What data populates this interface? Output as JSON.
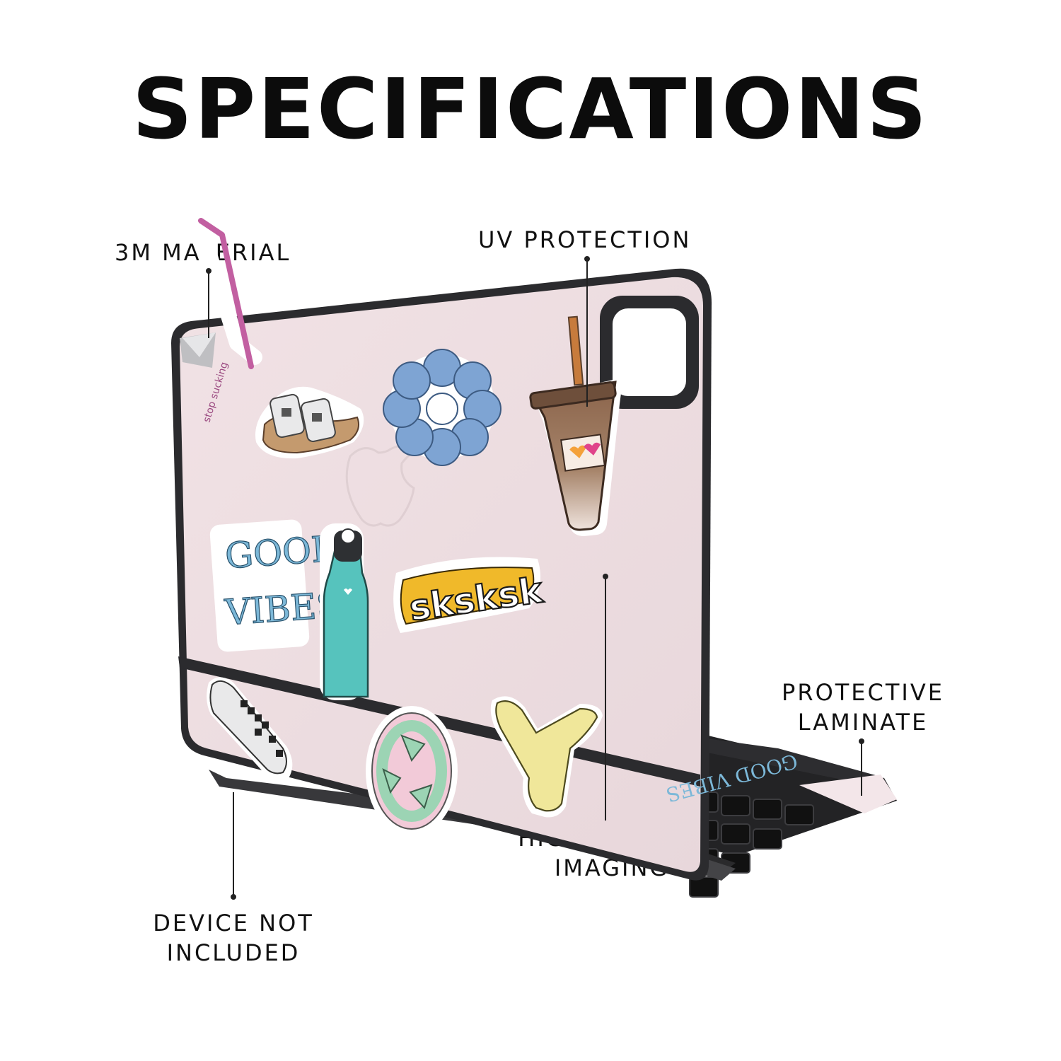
{
  "heading": "SPECIFICATIONS",
  "callouts": {
    "material": "3M MATERIAL",
    "uv": "UV PROTECTION",
    "laminate": [
      "PROTECTIVE",
      "LAMINATE"
    ],
    "device": [
      "DEVICE NOT",
      "INCLUDED"
    ],
    "imaging": [
      "HIGH QUALITY",
      "IMAGING"
    ]
  },
  "stickers": {
    "straw_text": "stop sucking",
    "good_vibes": [
      "GOOD",
      "VIBES"
    ],
    "sksksk": "sksksk",
    "keyboard_good_vibes": "GOOD VIBES"
  },
  "colors": {
    "skin": "#eee0e3",
    "frame": "#2a2a2c",
    "scrunchie": "#7ea4d3",
    "bottle": "#56c3bd",
    "sksksk_outline": "#f0b92a",
    "coffee": "#8c6a52",
    "recycle_ring": "#f2cad8",
    "recycle_arrows": "#9cd4b4",
    "hand": "#f0e79a"
  }
}
